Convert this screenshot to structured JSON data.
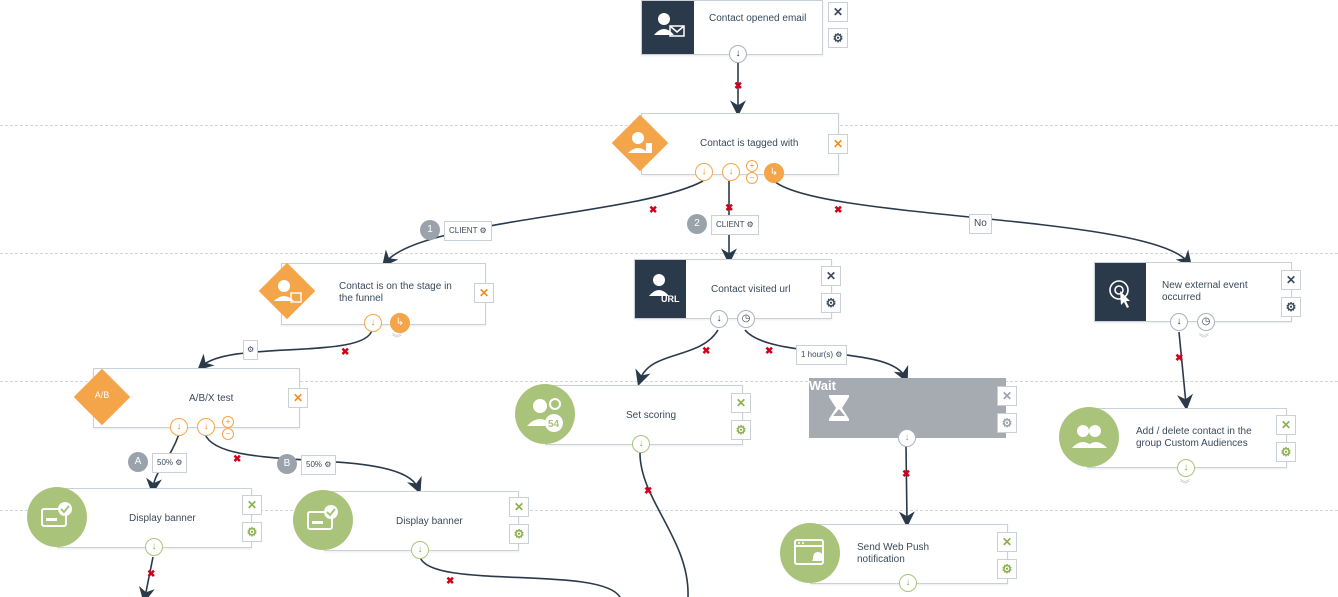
{
  "nodes": {
    "contact_opened_email": {
      "label": "Contact opened email"
    },
    "contact_tagged": {
      "label": "Contact is tagged with"
    },
    "contact_stage": {
      "label": "Contact is on the stage in the funnel"
    },
    "contact_visited_url": {
      "label": "Contact visited url",
      "icon_text": "URL"
    },
    "new_external_event": {
      "label": "New external event occurred"
    },
    "abx_test": {
      "label": "A/B/X test",
      "icon_text": "A/B"
    },
    "set_scoring": {
      "label": "Set scoring",
      "icon_text": "54"
    },
    "wait": {
      "label": "Wait"
    },
    "custom_audiences": {
      "label": "Add / delete contact in the group Custom Audiences"
    },
    "display_banner_a": {
      "label": "Display banner"
    },
    "display_banner_b": {
      "label": "Display banner"
    },
    "web_push": {
      "label": "Send Web Push notification"
    }
  },
  "branches": {
    "client1": {
      "number": "1",
      "label": "CLIENT"
    },
    "client2": {
      "number": "2",
      "label": "CLIENT"
    },
    "no": {
      "label": "No"
    },
    "delay": {
      "label": "1 hour(s)"
    },
    "split_a": {
      "letter": "A",
      "percent": "50%"
    },
    "split_b": {
      "letter": "B",
      "percent": "50%"
    }
  },
  "colors": {
    "dark": "#2b3a4a",
    "orange": "#f4a54a",
    "green": "#a9c47a",
    "grey": "#a6abb1",
    "error_red": "#d0021b"
  },
  "icons": {
    "close": "close-icon",
    "settings": "gear-icon",
    "arrow_down": "arrow-down-icon",
    "clock": "clock-icon",
    "branch": "branch-icon",
    "hourglass": "hourglass-icon"
  }
}
